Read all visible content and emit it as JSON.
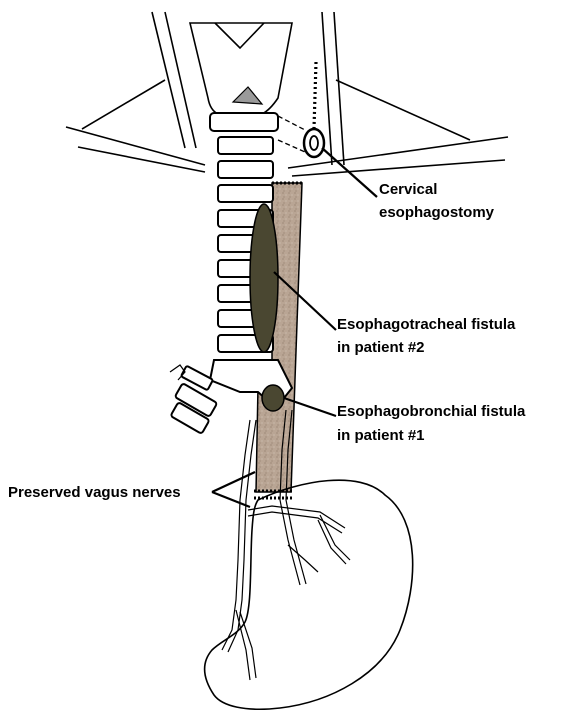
{
  "colors": {
    "esophagus_fill": "#b9a594",
    "fistula_fill": "#4a4731",
    "stroke": "#000000",
    "background": "#ffffff"
  },
  "labels": {
    "cervical_line1": "Cervical",
    "cervical_line2": "esophagostomy",
    "tracheal_line1": "Esophagotracheal fistula",
    "tracheal_line2": "in patient #2",
    "bronchial_line1": "Esophagobronchial fistula",
    "bronchial_line2": "in patient #1",
    "vagus": "Preserved vagus nerves"
  }
}
